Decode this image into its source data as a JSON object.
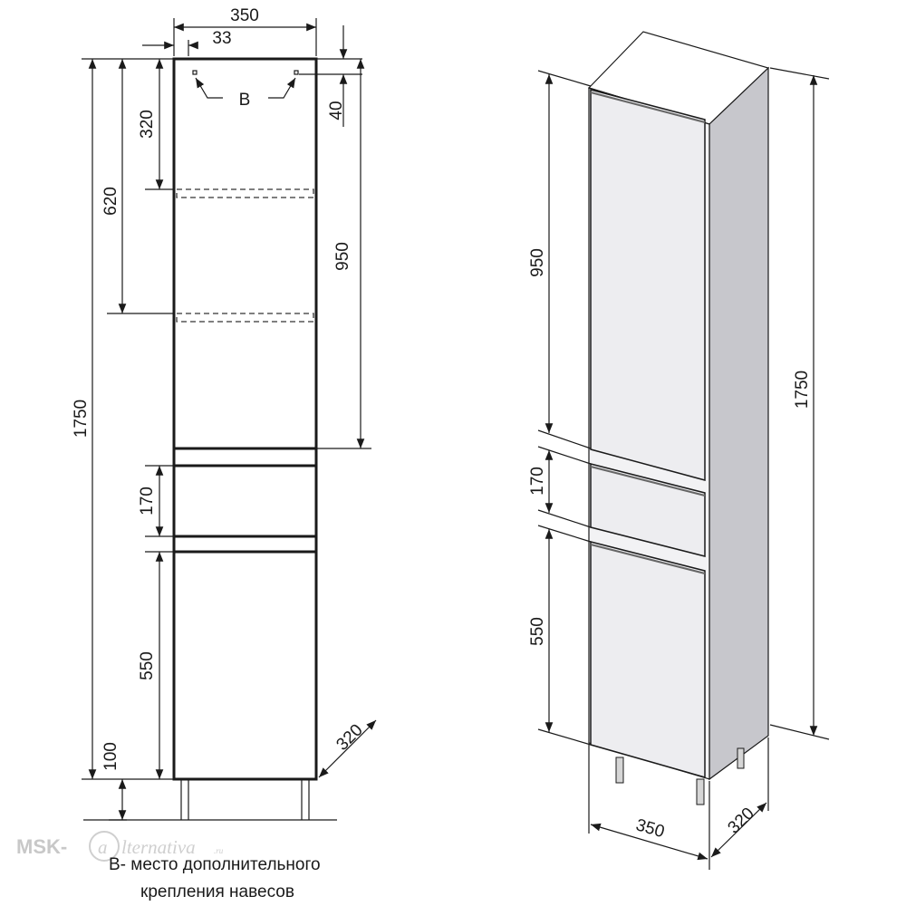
{
  "front": {
    "width": "350",
    "offset": "33",
    "top_depth": "320",
    "shelf_height": "620",
    "mount_label": "B",
    "top_gap": "40",
    "upper_door": "950",
    "total_height": "1750",
    "drawer": "170",
    "lower_door": "550",
    "legs": "100",
    "depth": "320"
  },
  "iso": {
    "upper_door": "950",
    "total_height": "1750",
    "drawer": "170",
    "lower_door": "550",
    "width": "350",
    "depth": "320"
  },
  "caption": {
    "line1": "B- место дополнительного",
    "line2": "крепления навесов"
  },
  "watermark": {
    "brand": "MSK-",
    "logo_letter": "a",
    "script": "lternativa",
    "tld": ".ru"
  },
  "colors": {
    "line": "#1a1a1a",
    "cabinet_face": "#f2f2f4",
    "cabinet_side": "#c7c7cc",
    "cabinet_top": "#ffffff"
  }
}
